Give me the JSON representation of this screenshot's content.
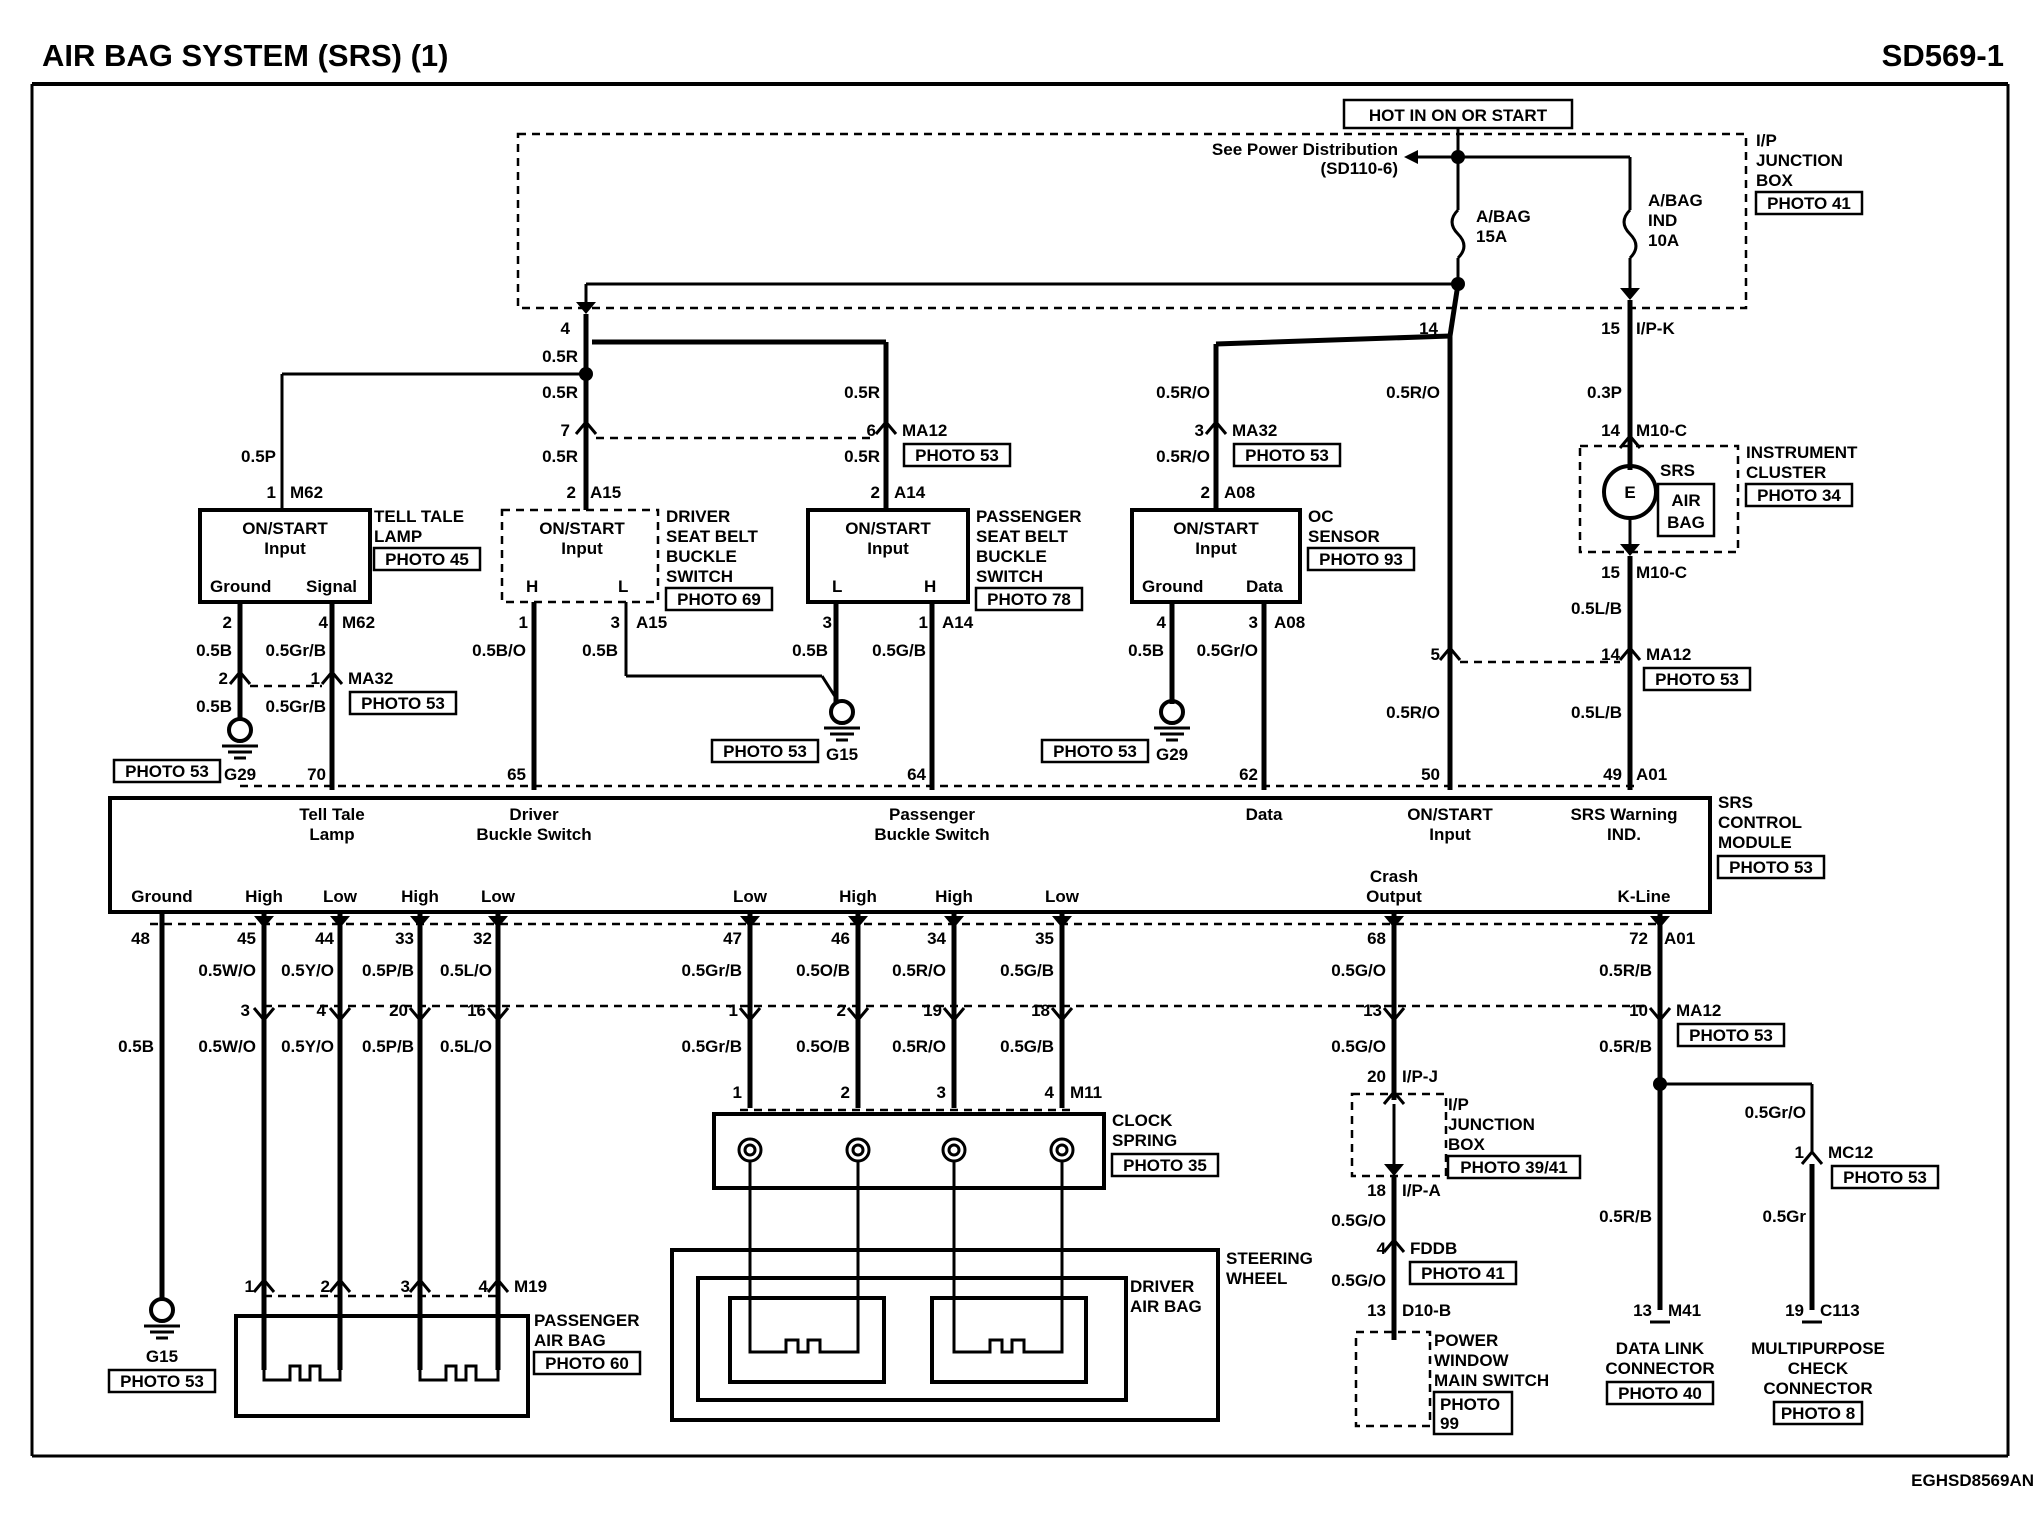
{
  "header": {
    "title": "AIR BAG SYSTEM (SRS) (1)",
    "code": "SD569-1"
  },
  "footer_code": "EGHSD8569AN",
  "power": {
    "hot_label": "HOT IN ON OR START",
    "see_power_1": "See Power Distribution",
    "see_power_2": "(SD110-6)",
    "fuse1": [
      "A/BAG",
      "15A"
    ],
    "fuse2": [
      "A/BAG",
      "IND",
      "10A"
    ],
    "junction": [
      "I/P",
      "JUNCTION",
      "BOX"
    ],
    "junction_photo": "PHOTO 41"
  },
  "components": {
    "tell_tale": {
      "name": [
        "TELL TALE",
        "LAMP"
      ],
      "photo": "PHOTO 45",
      "in": [
        "ON/START",
        "Input"
      ],
      "ground": "Ground",
      "signal": "Signal"
    },
    "driver_belt": {
      "name": [
        "DRIVER",
        "SEAT BELT",
        "BUCKLE",
        "SWITCH"
      ],
      "photo": "PHOTO 69",
      "in": [
        "ON/START",
        "Input"
      ],
      "h": "H",
      "l": "L"
    },
    "pass_belt": {
      "name": [
        "PASSENGER",
        "SEAT BELT",
        "BUCKLE",
        "SWITCH"
      ],
      "photo": "PHOTO 78",
      "in": [
        "ON/START",
        "Input"
      ],
      "l": "L",
      "h": "H"
    },
    "oc_sensor": {
      "name": [
        "OC",
        "SENSOR"
      ],
      "photo": "PHOTO 93",
      "in": [
        "ON/START",
        "Input"
      ],
      "ground": "Ground",
      "data": "Data"
    },
    "cluster": {
      "name": [
        "INSTRUMENT",
        "CLUSTER"
      ],
      "photo": "PHOTO 34",
      "srs": "SRS",
      "airbag": [
        "AIR",
        "BAG"
      ]
    },
    "srs_module": {
      "name": [
        "SRS",
        "CONTROL",
        "MODULE"
      ],
      "photo": "PHOTO 53",
      "top": {
        "tell": [
          "Tell Tale",
          "Lamp"
        ],
        "drv": [
          "Driver",
          "Buckle Switch"
        ],
        "pass": [
          "Passenger",
          "Buckle Switch"
        ],
        "data": "Data",
        "onstart": [
          "ON/START",
          "Input"
        ],
        "warn": [
          "SRS Warning",
          "IND."
        ]
      },
      "bottom": [
        "Ground",
        "High",
        "Low",
        "High",
        "Low",
        "Low",
        "High",
        "High",
        "Low"
      ],
      "crash": [
        "Crash",
        "Output"
      ],
      "kline": "K-Line"
    },
    "clock_spring": {
      "name": [
        "CLOCK",
        "SPRING"
      ],
      "photo": "PHOTO 35"
    },
    "steering": [
      "STEERING",
      "WHEEL"
    ],
    "driver_airbag": [
      "DRIVER",
      "AIR BAG"
    ],
    "passenger_airbag": {
      "name": [
        "PASSENGER",
        "AIR BAG"
      ],
      "photo": "PHOTO 60"
    },
    "ip_jbox2": {
      "name": [
        "I/P",
        "JUNCTION",
        "BOX"
      ],
      "photo": "PHOTO 39/41"
    },
    "power_window": {
      "name": [
        "POWER",
        "WINDOW",
        "MAIN SWITCH"
      ],
      "photo": [
        "PHOTO",
        "99"
      ]
    },
    "dlc": {
      "name": [
        "DATA LINK",
        "CONNECTOR"
      ],
      "photo": "PHOTO 40"
    },
    "mpcc": {
      "name": [
        "MULTIPURPOSE",
        "CHECK",
        "CONNECTOR"
      ],
      "photo": "PHOTO 8"
    }
  },
  "connectors": {
    "m62": "M62",
    "ma32": "MA32",
    "a15": "A15",
    "ma12": "MA12",
    "a14": "A14",
    "a08": "A08",
    "m10c": "M10-C",
    "ipk": "I/P-K",
    "a01": "A01",
    "m11": "M11",
    "m19": "M19",
    "ipj": "I/P-J",
    "ipa": "I/P-A",
    "fddb": "FDDB",
    "d10b": "D10-B",
    "m41": "M41",
    "mc12": "MC12",
    "c113": "C113"
  },
  "grounds": {
    "g29": "G29",
    "g15": "G15"
  },
  "photos": {
    "p53": "PHOTO 53",
    "p41": "PHOTO 41"
  },
  "wires": {
    "r05": "0.5R",
    "p05": "0.5P",
    "p03": "0.3P",
    "ro05": "0.5R/O",
    "b05": "0.5B",
    "grb05": "0.5Gr/B",
    "bo05": "0.5B/O",
    "gb05": "0.5G/B",
    "lb05": "0.5L/B",
    "wo05": "0.5W/O",
    "yo05": "0.5Y/O",
    "pb05": "0.5P/B",
    "lo05": "0.5L/O",
    "ob05": "0.5O/B",
    "go05": "0.5G/O",
    "rb05": "0.5R/B",
    "gro05": "0.5Gr/O",
    "gr05": "0.5Gr"
  },
  "pins": {
    "p1": "1",
    "p2": "2",
    "p3": "3",
    "p4": "4",
    "p5": "5",
    "p6": "6",
    "p7": "7",
    "p10": "10",
    "p13": "13",
    "p14": "14",
    "p15": "15",
    "p16": "16",
    "p18": "18",
    "p19": "19",
    "p20": "20",
    "p32": "32",
    "p33": "33",
    "p34": "34",
    "p35": "35",
    "p44": "44",
    "p45": "45",
    "p46": "46",
    "p47": "47",
    "p48": "48",
    "p49": "49",
    "p50": "50",
    "p62": "62",
    "p64": "64",
    "p65": "65",
    "p68": "68",
    "p70": "70",
    "p72": "72"
  }
}
